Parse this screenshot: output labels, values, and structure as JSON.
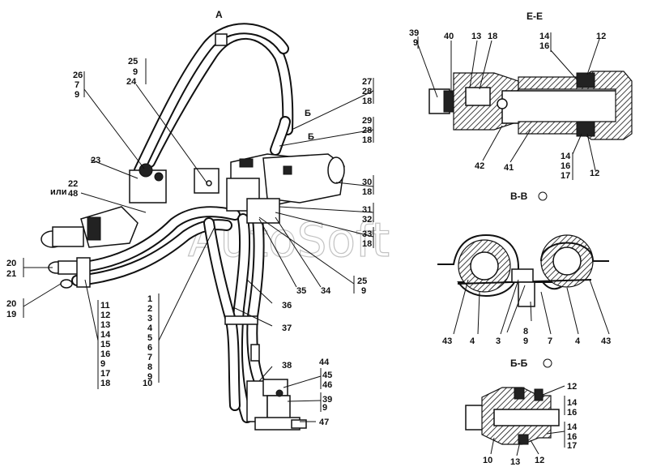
{
  "views": {
    "main": "А",
    "section_ee": "Е-Е",
    "section_vv": "В-В",
    "section_bb": "Б-Б"
  },
  "watermark": "AutoSoft",
  "labels": {
    "l25": "25",
    "l9a": "9",
    "l24": "24",
    "l26": "26",
    "l7a": "7",
    "l9b": "9",
    "l27": "27",
    "l28a": "28",
    "l18a": "18",
    "lB1": "Б",
    "lB2": "Б",
    "l29": "29",
    "l28b": "28",
    "l18b": "18",
    "l23": "23",
    "l22": "22",
    "lili": "или",
    "l48": "48",
    "l30": "30",
    "l18c": "18",
    "l31": "31",
    "l32": "32",
    "l33": "33",
    "l18d": "18",
    "l20a": "20",
    "l21": "21",
    "l20b": "20",
    "l19": "19",
    "l35": "35",
    "l34": "34",
    "l25b": "25",
    "l9c": "9",
    "l36": "36",
    "l37": "37",
    "l38": "38",
    "l44": "44",
    "l45": "45",
    "l46": "46",
    "l39": "39",
    "l9d": "9",
    "l47": "47",
    "c1": [
      "1",
      "2",
      "3",
      "4",
      "5",
      "6",
      "7",
      "8",
      "9",
      "10"
    ],
    "c2": [
      "11",
      "12",
      "13",
      "14",
      "15",
      "16",
      "9",
      "17",
      "18"
    ]
  },
  "ee_labels": {
    "l39": "39",
    "l9": "9",
    "l40": "40",
    "l13": "13",
    "l18": "18",
    "l14": "14",
    "l16": "16",
    "l12": "12",
    "l42": "42",
    "l41": "41",
    "l14b": "14",
    "l16b": "16",
    "l17": "17",
    "l12b": "12"
  },
  "vv_labels": {
    "l43a": "43",
    "l4a": "4",
    "l3": "3",
    "l8": "8",
    "l9": "9",
    "l7": "7",
    "l4b": "4",
    "l43b": "43"
  },
  "bb_labels": {
    "l12": "12",
    "l14": "14",
    "l16": "16",
    "l14b": "14",
    "l16b": "16",
    "l17": "17",
    "l10": "10",
    "l13": "13",
    "l12b": "12"
  }
}
